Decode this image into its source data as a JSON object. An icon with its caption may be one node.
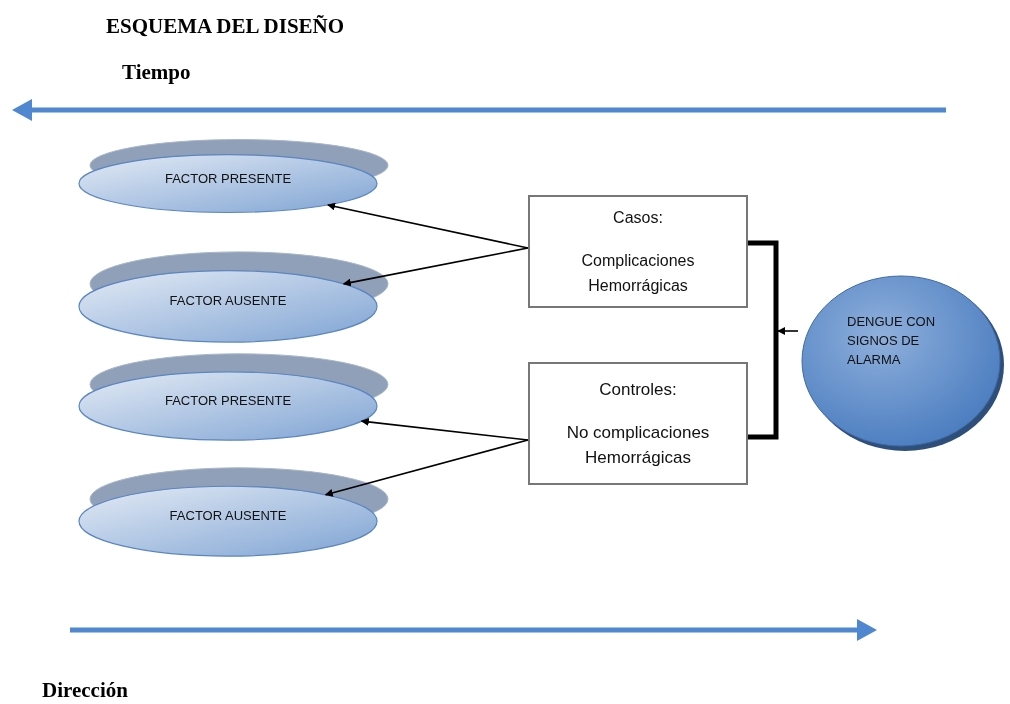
{
  "diagram": {
    "title": "ESQUEMA DEL DISEÑO",
    "nodes": [
      {
        "text": [
          "FACTOR PRESENTE"
        ]
      },
      {
        "text": [
          "FACTOR AUSENTE"
        ]
      },
      {
        "text": [
          "FACTOR PRESENTE"
        ]
      },
      {
        "text": [
          "FACTOR AUSENTE"
        ]
      },
      {
        "text": [
          "Casos:",
          "Complicaciones Hemorrágicas"
        ]
      },
      {
        "text": [
          "Controles:",
          "No complicaciones Hemorrágicas"
        ]
      },
      {
        "text": [
          "DENGUE CON SIGNOS DE ALARMA"
        ]
      },
      {
        "text": [],
        "shape": "bracket"
      }
    ],
    "edges": [
      {
        "from": 4,
        "to": 0,
        "arrow": "to"
      },
      {
        "from": 4,
        "to": 1,
        "arrow": "to"
      },
      {
        "from": 5,
        "to": 2,
        "arrow": "to"
      },
      {
        "from": 5,
        "to": 3,
        "arrow": "to"
      },
      {
        "from": 6,
        "to": 7,
        "arrow": "to"
      }
    ],
    "labels": [
      "Tiempo",
      "Dirección"
    ]
  }
}
